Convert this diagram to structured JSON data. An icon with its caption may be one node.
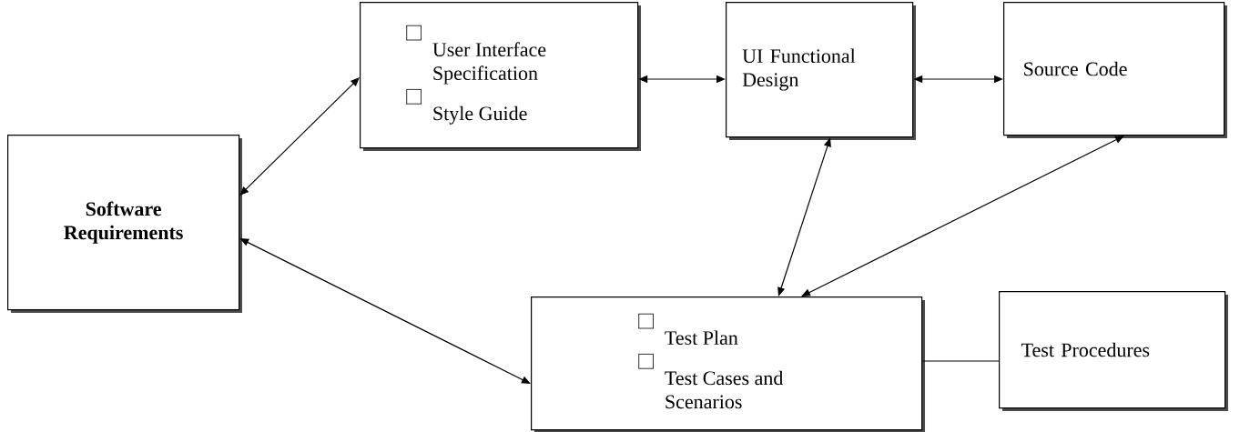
{
  "diagram": {
    "nodes": [
      {
        "text": [
          "Software Requirements"
        ]
      },
      {
        "text": [
          "User Interface Specification",
          "Style Guide"
        ]
      },
      {
        "text": [
          "UI Functional Design"
        ]
      },
      {
        "text": [
          "Source Code"
        ]
      },
      {
        "text": [
          "Test Plan",
          "Test Cases and Scenarios"
        ]
      },
      {
        "text": [
          "Test Procedures"
        ]
      }
    ],
    "edges": [
      {
        "from": 0,
        "to": 1,
        "arrow": "both"
      },
      {
        "from": 0,
        "to": 4,
        "arrow": "both"
      },
      {
        "from": 1,
        "to": 2,
        "arrow": "both"
      },
      {
        "from": 2,
        "to": 3,
        "arrow": "both"
      },
      {
        "from": 2,
        "to": 4,
        "arrow": "both"
      },
      {
        "from": 3,
        "to": 4,
        "arrow": "both"
      },
      {
        "from": 4,
        "to": 5,
        "arrow": "none"
      }
    ]
  }
}
